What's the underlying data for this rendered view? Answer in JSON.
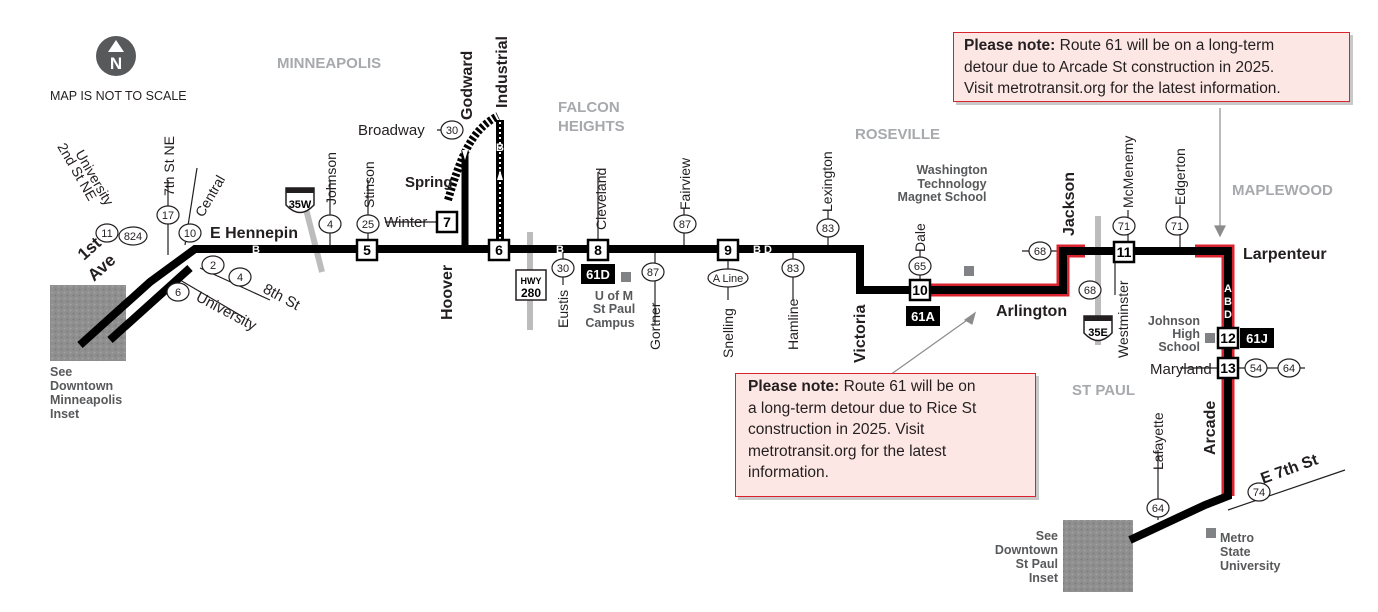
{
  "map": {
    "north_label": "N",
    "scale_note": "MAP IS NOT TO SCALE",
    "areas": [
      "MINNEAPOLIS",
      "FALCON",
      "HEIGHTS",
      "ROSEVILLE",
      "MAPLEWOOD",
      "ST PAUL"
    ],
    "streets": {
      "e_hennepin": "E Hennepin",
      "first_ave_1": "1st",
      "first_ave_2": "Ave",
      "university_top": "University",
      "second_st_ne": "2nd St NE",
      "seventh_st_ne": "7th St NE",
      "central": "Central",
      "eighth_st": "8th St",
      "university_bottom": "University",
      "johnson": "Johnson",
      "stinson": "Stinson",
      "winter": "Winter",
      "broadway": "Broadway",
      "godward": "Godward",
      "industrial": "Industrial",
      "spring": "Spring",
      "hoover": "Hoover",
      "cleveland": "Cleveland",
      "fairview": "Fairview",
      "lexington": "Lexington",
      "eustis": "Eustis",
      "gortner": "Gortner",
      "snelling": "Snelling",
      "hamline": "Hamline",
      "victoria": "Victoria",
      "dale": "Dale",
      "arlington": "Arlington",
      "jackson": "Jackson",
      "mcmenemy": "McMenemy",
      "edgerton": "Edgerton",
      "larpenteur": "Larpenteur",
      "westminster": "Westminster",
      "maryland": "Maryland",
      "arcade": "Arcade",
      "lafayette": "Lafayette",
      "e_7th_st": "E 7th St"
    },
    "places": {
      "washington_1": "Washington",
      "washington_2": "Technology",
      "washington_3": "Magnet School",
      "uofm_1": "U of M",
      "uofm_2": "St Paul",
      "uofm_3": "Campus",
      "johnson_hs_1": "Johnson",
      "johnson_hs_2": "High",
      "johnson_hs_3": "School",
      "metro_1": "Metro",
      "metro_2": "State",
      "metro_3": "University",
      "dt_mpls_1": "See",
      "dt_mpls_2": "Downtown",
      "dt_mpls_3": "Minneapolis",
      "dt_mpls_4": "Inset",
      "dt_stp_1": "See",
      "dt_stp_2": "Downtown",
      "dt_stp_3": "St Paul",
      "dt_stp_4": "Inset"
    },
    "timepoints": [
      "5",
      "7",
      "6",
      "8",
      "9",
      "10",
      "11",
      "12",
      "13"
    ],
    "route_badges": {
      "r11": "11",
      "r824": "824",
      "r17": "17",
      "r10": "10",
      "r2": "2",
      "r4a": "4",
      "r6": "6",
      "r4b": "4",
      "r25": "25",
      "r30a": "30",
      "r30b": "30",
      "r87a": "87",
      "r87b": "87",
      "r83a": "83",
      "r83b": "83",
      "r65": "65",
      "r68a": "68",
      "r68b": "68",
      "r71a": "71",
      "r71b": "71",
      "r54": "54",
      "r64a": "64",
      "r64b": "64",
      "r74": "74",
      "a_line": "A Line"
    },
    "branches": {
      "b61d": "61D",
      "b61a": "61A",
      "b61j": "61J"
    },
    "highways": {
      "i35w": "35W",
      "i35e": "35E",
      "hwy": "HWY",
      "hwy280": "280"
    },
    "brt": {
      "b1": "B",
      "b2": "B",
      "b3": "B D",
      "bx": "B",
      "abd_a": "A",
      "abd_b": "B",
      "abd_d": "D"
    }
  },
  "notes": {
    "arcade": {
      "lead": "Please note:",
      "l1": " Route 61 will be on a long-term",
      "l2": "detour due to Arcade St construction in 2025.",
      "l3": "Visit metrotransit.org for the latest information."
    },
    "rice": {
      "lead": "Please note:",
      "l1": " Route 61 will be on",
      "l2": "a long-term detour due to Rice St",
      "l3": "construction in 2025. Visit",
      "l4": "metrotransit.org for the latest",
      "l5": "information."
    }
  },
  "colors": {
    "route": "#000000",
    "detour": "#d9232e",
    "note_fill": "#fde7e4",
    "area_label": "#a7a9ac",
    "inset": "#8c8c8c"
  }
}
